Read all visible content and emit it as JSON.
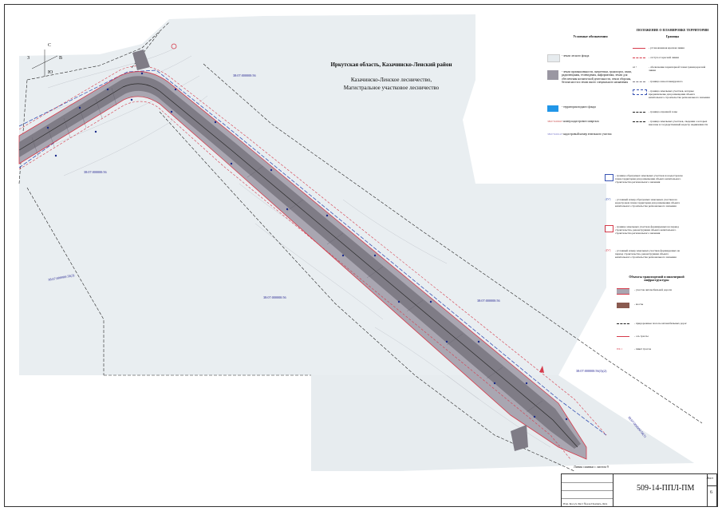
{
  "title_block": {
    "region": "Иркутская область, Казачинско-Ленский район",
    "forestry": "Казачинско-Ленское лесничество,",
    "district": "Магистральное участковое лесничество"
  },
  "cadastral_labels": {
    "north_left": "38:07:000000:56",
    "left_mid": "38:07:000000:56",
    "left_low": "38:07:000000:56(3)",
    "center_low": "38:07:000000:56",
    "right_mid": "38:07:000000:56",
    "right_low": "38:07:000000:56(3)(2)",
    "bottom_right": "38:07:000000:56(1)"
  },
  "legend": {
    "heading": "Условные обозначения",
    "items": [
      {
        "text": "- земли лесного фонда",
        "color": "#e6ebee"
      },
      {
        "text": "- земли промышленности, энергетики, транспорта, связи, радиовещания, телевидения, информатики, земли для обеспечения космической деятельности, земли обороны, безопасности и земли иного специального назначения",
        "color": "#9a97a2"
      },
      {
        "text": "- территория водного фонда",
        "color": "#2196e8"
      },
      {
        "text": "- номер кадастрового квартала",
        "color": "#c23a3a"
      },
      {
        "text": "- кадастровый номер земельного участка",
        "color": "#6e6cc4"
      }
    ]
  },
  "legend_symbol_labels": {
    "quarter": "38:07:020921",
    "parcel": "38:07:020121"
  },
  "legend2": {
    "heading": "ПОЛОЖЕНИЕ О ПЛАНИРОВКЕ ТЕРРИТОРИИ",
    "subheading": "Границы",
    "items": [
      {
        "text": "- установленная красная линия"
      },
      {
        "text": "- отступ от красной линии"
      },
      {
        "text": "- обозначение характерной точки границ красной линии"
      },
      {
        "text": "- граница зоны планируемого"
      },
      {
        "text": "- граница земельных участков, которые предназначены для размещения объекта капитального строительства регионального значения"
      },
      {
        "text": "- граница охранной зоны"
      },
      {
        "text": "- граница земельных участков, сведения о которых внесены в государственный кадастр недвижимости"
      }
    ]
  },
  "legend3": {
    "items": [
      {
        "text": "- граница образуемых земельных участков на кадастровом плане территории для размещения объекта капитального строительства регионального значения",
        "sym": "—"
      },
      {
        "text": "- условный номер образуемых земельных участков на кадастровом плане территории для размещения объекта капитального строительства регионального значения",
        "sym": ":ЗУ1"
      },
      {
        "text": "- граница земельных участков формируемых на период строительства, реконструкции объекта капитального строительства регионального значения",
        "sym": "—"
      },
      {
        "text": "- условный номер земельных участков формируемых на период строительства, реконструкции объекта капитального строительства регионального значения",
        "sym": ":ЗУ1"
      }
    ]
  },
  "legend4": {
    "heading": "Объекты транспортной и инженерной инфраструктуры",
    "items": [
      {
        "text": "- участок автомобильной дороги"
      },
      {
        "text": "- мосты"
      },
      {
        "text": "- придорожные полосы автомобильных дорог"
      },
      {
        "text": "- ось трассы"
      },
      {
        "text": "- пикет трассы"
      }
    ],
    "pk_label": "ПК 1"
  },
  "stamp": {
    "code": "509-14-ППЛ-ПМ",
    "sheet_label": "Лист",
    "sheet_no": "6",
    "columns": "Изм. Кол.уч Лист №док Подпись Дата",
    "match_line": "Линия сшивки с листом 9"
  },
  "compass": {
    "north": "С",
    "south": "Ю",
    "west": "З",
    "east": "В"
  },
  "colors": {
    "road_core": "#7f7c86",
    "road_buffer": "#a9a6b1",
    "red_line": "#d63b4b",
    "forest_land": "#e6ebee",
    "water": "#2196e8",
    "zone_border": "#3a55b4"
  }
}
